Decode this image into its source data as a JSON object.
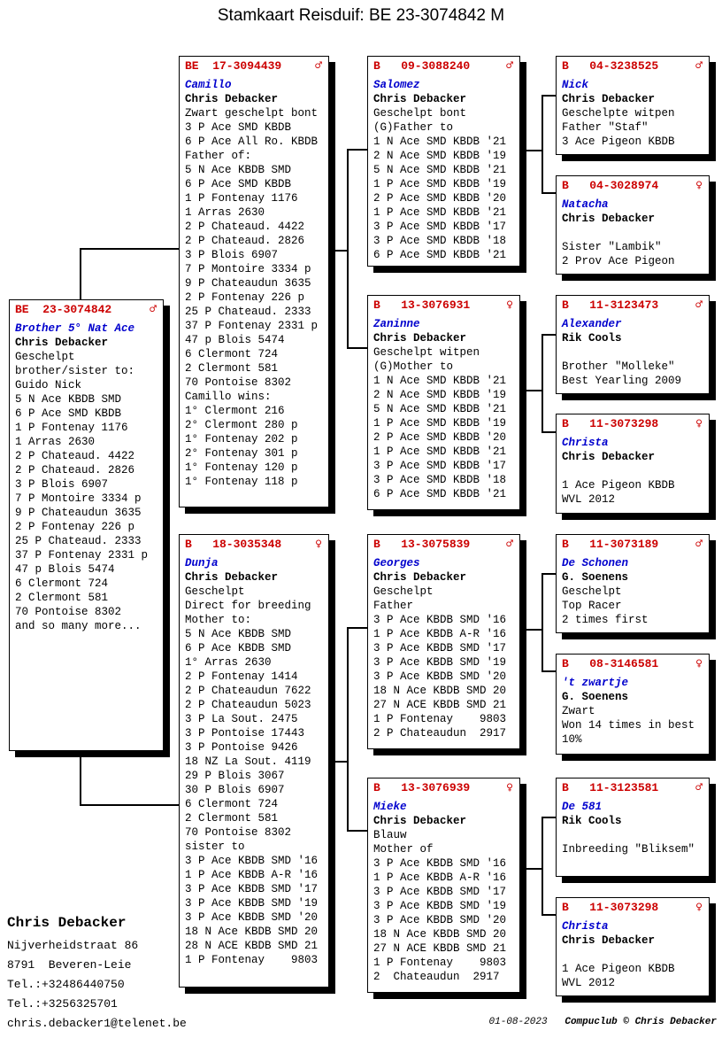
{
  "title": "Stamkaart Reisduif: BE  23-3074842 M",
  "colors": {
    "ring_red": "#cc0000",
    "name_blue": "#0000cd"
  },
  "boxes": [
    {
      "ring": "BE  23-3074842",
      "sex": "♂",
      "name": "Brother 5° Nat Ace",
      "owner": "Chris Debacker",
      "lines": [
        "Geschelpt",
        "brother/sister to:",
        "Guido Nick",
        "5 N Ace KBDB SMD",
        "6 P Ace SMD KBDB",
        "1 P Fontenay 1176",
        "1 Arras 2630",
        "2 P Chateaud. 4422",
        "2 P Chateaud. 2826",
        "3 P Blois 6907",
        "7 P Montoire 3334 p",
        "9 P Chateaudun 3635",
        "2 P Fontenay 226 p",
        "25 P Chateaud. 2333",
        "37 P Fontenay 2331 p",
        "47 p Blois 5474",
        "6 Clermont 724",
        "2 Clermont 581",
        "70 Pontoise 8302",
        "and so many more..."
      ]
    },
    {
      "ring": "BE  17-3094439",
      "sex": "♂",
      "name": "Camillo",
      "owner": "Chris Debacker",
      "lines": [
        "Zwart geschelpt bont",
        "3 P Ace SMD KBDB",
        "6 P Ace All Ro. KBDB",
        "Father of:",
        "5 N Ace KBDB SMD",
        "6 P Ace SMD KBDB",
        "1 P Fontenay 1176",
        "1 Arras 2630",
        "2 P Chateaud. 4422",
        "2 P Chateaud. 2826",
        "3 P Blois 6907",
        "7 P Montoire 3334 p",
        "9 P Chateaudun 3635",
        "2 P Fontenay 226 p",
        "25 P Chateaud. 2333",
        "37 P Fontenay 2331 p",
        "47 p Blois 5474",
        "6 Clermont 724",
        "2 Clermont 581",
        "70 Pontoise 8302",
        "Camillo wins:",
        "1° Clermont 216",
        "2° Clermont 280 p",
        "1° Fontenay 202 p",
        "2° Fontenay 301 p",
        "1° Fontenay 120 p",
        "1° Fontenay 118 p"
      ]
    },
    {
      "ring": "B   18-3035348",
      "sex": "♀",
      "name": "Dunja",
      "owner": "Chris Debacker",
      "lines": [
        "Geschelpt",
        "Direct for breeding",
        "Mother to:",
        "5 N Ace KBDB SMD",
        "6 P Ace KBDB SMD",
        "1° Arras 2630",
        "2 P Fontenay 1414",
        "2 P Chateaudun 7622",
        "2 P Chateaudun 5023",
        "3 P La Sout. 2475",
        "3 P Pontoise 17443",
        "3 P Pontoise 9426",
        "18 NZ La Sout. 4119",
        "29 P Blois 3067",
        "30 P Blois 6907",
        "6 Clermont 724",
        "2 Clermont 581",
        "70 Pontoise 8302",
        "sister to",
        "3 P Ace KBDB SMD '16",
        "1 P Ace KBDB A-R '16",
        "3 P Ace KBDB SMD '17",
        "3 P Ace KBDB SMD '19",
        "3 P Ace KBDB SMD '20",
        "18 N Ace KBDB SMD 20",
        "28 N ACE KBDB SMD 21",
        "1 P Fontenay    9803"
      ]
    },
    {
      "ring": "B   09-3088240",
      "sex": "♂",
      "name": "Salomez",
      "owner": "Chris Debacker",
      "lines": [
        "Geschelpt bont",
        "(G)Father to",
        "1 N Ace SMD KBDB '21",
        "2 N Ace SMD KBDB '19",
        "5 N Ace SMD KBDB '21",
        "1 P Ace SMD KBDB '19",
        "2 P Ace SMD KBDB '20",
        "1 P Ace SMD KBDB '21",
        "3 P Ace SMD KBDB '17",
        "3 P Ace SMD KBDB '18",
        "6 P Ace SMD KBDB '21"
      ]
    },
    {
      "ring": "B   13-3076931",
      "sex": "♀",
      "name": "Zaninne",
      "owner": "Chris Debacker",
      "lines": [
        "Geschelpt witpen",
        "(G)Mother to",
        "1 N Ace SMD KBDB '21",
        "2 N Ace SMD KBDB '19",
        "5 N Ace SMD KBDB '21",
        "1 P Ace SMD KBDB '19",
        "2 P Ace SMD KBDB '20",
        "1 P Ace SMD KBDB '21",
        "3 P Ace SMD KBDB '17",
        "3 P Ace SMD KBDB '18",
        "6 P Ace SMD KBDB '21"
      ]
    },
    {
      "ring": "B   13-3075839",
      "sex": "♂",
      "name": "Georges",
      "owner": "Chris Debacker",
      "lines": [
        "Geschelpt",
        "Father",
        "3 P Ace KBDB SMD '16",
        "1 P Ace KBDB A-R '16",
        "3 P Ace KBDB SMD '17",
        "3 P Ace KBDB SMD '19",
        "3 P Ace KBDB SMD '20",
        "18 N Ace KBDB SMD 20",
        "27 N ACE KBDB SMD 21",
        "1 P Fontenay    9803",
        "2 P Chateaudun  2917"
      ]
    },
    {
      "ring": "B   13-3076939",
      "sex": "♀",
      "name": "Mieke",
      "owner": "Chris Debacker",
      "lines": [
        "Blauw",
        "Mother of",
        "3 P Ace KBDB SMD '16",
        "1 P Ace KBDB A-R '16",
        "3 P Ace KBDB SMD '17",
        "3 P Ace KBDB SMD '19",
        "3 P Ace KBDB SMD '20",
        "18 N Ace KBDB SMD 20",
        "27 N ACE KBDB SMD 21",
        "1 P Fontenay    9803",
        "2  Chateaudun  2917"
      ]
    },
    {
      "ring": "B   04-3238525",
      "sex": "♂",
      "name": "Nick",
      "owner": "Chris Debacker",
      "lines": [
        "Geschelpte witpen",
        "Father \"Staf\"",
        "3 Ace Pigeon KBDB"
      ]
    },
    {
      "ring": "B   04-3028974",
      "sex": "♀",
      "name": "Natacha",
      "owner": "Chris Debacker",
      "lines": [
        "",
        "Sister \"Lambik\"",
        "2 Prov Ace Pigeon"
      ]
    },
    {
      "ring": "B   11-3123473",
      "sex": "♂",
      "name": "Alexander",
      "owner": "Rik Cools",
      "lines": [
        "",
        "Brother \"Molleke\"",
        "Best Yearling 2009"
      ]
    },
    {
      "ring": "B   11-3073298",
      "sex": "♀",
      "name": "Christa",
      "owner": "Chris Debacker",
      "lines": [
        "",
        "1 Ace Pigeon KBDB",
        "WVL 2012"
      ]
    },
    {
      "ring": "B   11-3073189",
      "sex": "♂",
      "name": "De Schonen",
      "owner": "G. Soenens",
      "lines": [
        "Geschelpt",
        "Top Racer",
        "2 times first"
      ]
    },
    {
      "ring": "B   08-3146581",
      "sex": "♀",
      "name": "'t zwartje",
      "owner": "G. Soenens",
      "lines": [
        "Zwart",
        "Won 14 times in best",
        "10%"
      ]
    },
    {
      "ring": "B   11-3123581",
      "sex": "♂",
      "name": "De 581",
      "owner": "Rik Cools",
      "lines": [
        "",
        "Inbreeding \"Bliksem\""
      ]
    },
    {
      "ring": "B   11-3073298",
      "sex": "♀",
      "name": "Christa",
      "owner": "Chris Debacker",
      "lines": [
        "",
        "1 Ace Pigeon KBDB",
        "WVL 2012"
      ]
    }
  ],
  "contact": {
    "name": "Chris Debacker",
    "lines": [
      "Nijverheidstraat 86",
      "8791  Beveren-Leie",
      "Tel.:+32486440750",
      "Tel.:+3256325701",
      "chris.debacker1@telenet.be"
    ]
  },
  "footer": {
    "date": "01-08-2023",
    "credit": "Compuclub © Chris Debacker"
  }
}
